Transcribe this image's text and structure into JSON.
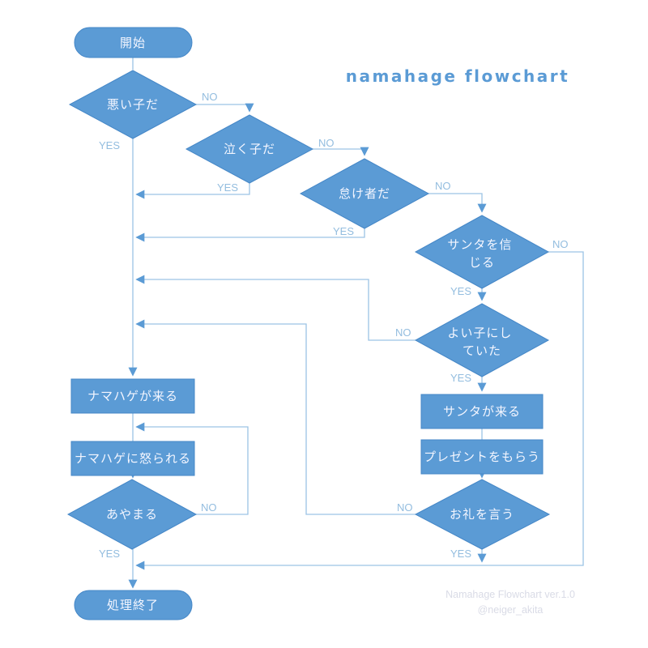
{
  "title": "namahage flowchart",
  "credit": {
    "line1": "Namahage Flowchart ver.1.0",
    "line2": "@neiger_akita"
  },
  "labels": {
    "yes": "YES",
    "no": "NO"
  },
  "colors": {
    "shape_fill": "#5b9bd5",
    "shape_stroke": "#4587c7",
    "connector_line": "#9cc3e5",
    "arrowhead": "#5b9bd5",
    "edge_label_text": "#93bddf",
    "node_text": "#ffffff",
    "title_text": "#5b9bd5",
    "credit_text": "#d9dbe6",
    "background": "#ffffff"
  },
  "nodes": {
    "start": {
      "type": "terminator",
      "label": "開始"
    },
    "bad_child": {
      "type": "decision",
      "label": "悪い子だ"
    },
    "crying_child": {
      "type": "decision",
      "label": "泣く子だ"
    },
    "lazy_person": {
      "type": "decision",
      "label": "怠け者だ"
    },
    "believe_santa": {
      "type": "decision",
      "label": "サンタを信じる",
      "line1": "サンタを信",
      "line2": "じる"
    },
    "was_good_child": {
      "type": "decision",
      "label": "よい子にしていた",
      "line1": "よい子にし",
      "line2": "ていた"
    },
    "santa_comes": {
      "type": "process",
      "label": "サンタが来る"
    },
    "get_present": {
      "type": "process",
      "label": "プレゼントをもらう"
    },
    "say_thanks": {
      "type": "decision",
      "label": "お礼を言う"
    },
    "namahage_comes": {
      "type": "process",
      "label": "ナマハゲが来る"
    },
    "scolded_by_namahage": {
      "type": "process",
      "label": "ナマハゲに怒られる"
    },
    "apologize": {
      "type": "decision",
      "label": "あやまる"
    },
    "end": {
      "type": "terminator",
      "label": "処理終了"
    }
  },
  "edges": [
    {
      "from": "start",
      "to": "bad_child",
      "label": ""
    },
    {
      "from": "bad_child",
      "to": "crying_child",
      "label": "NO"
    },
    {
      "from": "bad_child",
      "to": "namahage_comes",
      "label": "YES"
    },
    {
      "from": "crying_child",
      "to": "lazy_person",
      "label": "NO"
    },
    {
      "from": "crying_child",
      "to": "namahage_comes",
      "label": "YES"
    },
    {
      "from": "lazy_person",
      "to": "believe_santa",
      "label": "NO"
    },
    {
      "from": "lazy_person",
      "to": "namahage_comes",
      "label": "YES"
    },
    {
      "from": "believe_santa",
      "to": "end",
      "label": "NO"
    },
    {
      "from": "believe_santa",
      "to": "was_good_child",
      "label": "YES"
    },
    {
      "from": "was_good_child",
      "to": "namahage_comes",
      "label": "NO"
    },
    {
      "from": "was_good_child",
      "to": "santa_comes",
      "label": "YES"
    },
    {
      "from": "santa_comes",
      "to": "get_present",
      "label": ""
    },
    {
      "from": "get_present",
      "to": "say_thanks",
      "label": ""
    },
    {
      "from": "say_thanks",
      "to": "namahage_comes",
      "label": "NO"
    },
    {
      "from": "say_thanks",
      "to": "end",
      "label": "YES"
    },
    {
      "from": "namahage_comes",
      "to": "scolded_by_namahage",
      "label": ""
    },
    {
      "from": "scolded_by_namahage",
      "to": "apologize",
      "label": ""
    },
    {
      "from": "apologize",
      "to": "scolded_by_namahage",
      "label": "NO"
    },
    {
      "from": "apologize",
      "to": "end",
      "label": "YES"
    }
  ]
}
